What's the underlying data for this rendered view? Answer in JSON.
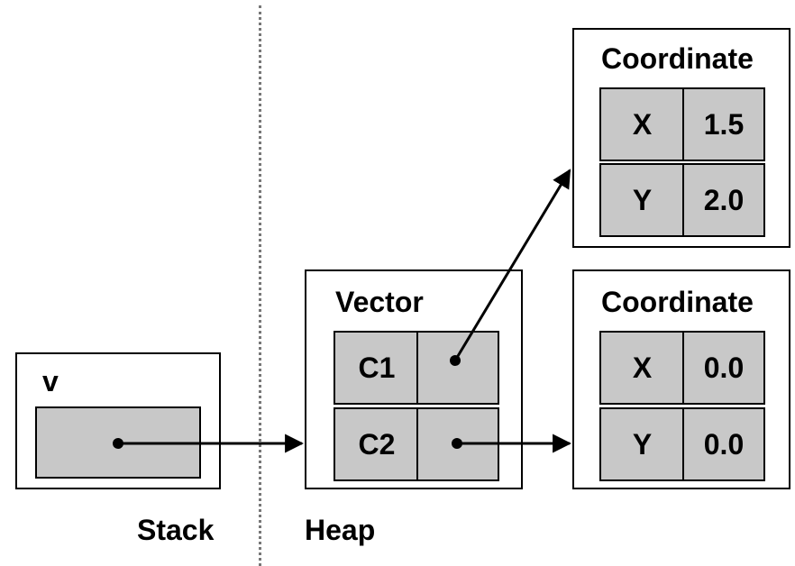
{
  "stack": {
    "label": "Stack",
    "variable": {
      "name": "v"
    }
  },
  "heap": {
    "label": "Heap",
    "vector": {
      "title": "Vector",
      "fields": [
        {
          "name": "C1"
        },
        {
          "name": "C2"
        }
      ]
    },
    "coordinates": [
      {
        "title": "Coordinate",
        "fields": [
          {
            "name": "X",
            "value": "1.5"
          },
          {
            "name": "Y",
            "value": "2.0"
          }
        ]
      },
      {
        "title": "Coordinate",
        "fields": [
          {
            "name": "X",
            "value": "0.0"
          },
          {
            "name": "Y",
            "value": "0.0"
          }
        ]
      }
    ]
  }
}
